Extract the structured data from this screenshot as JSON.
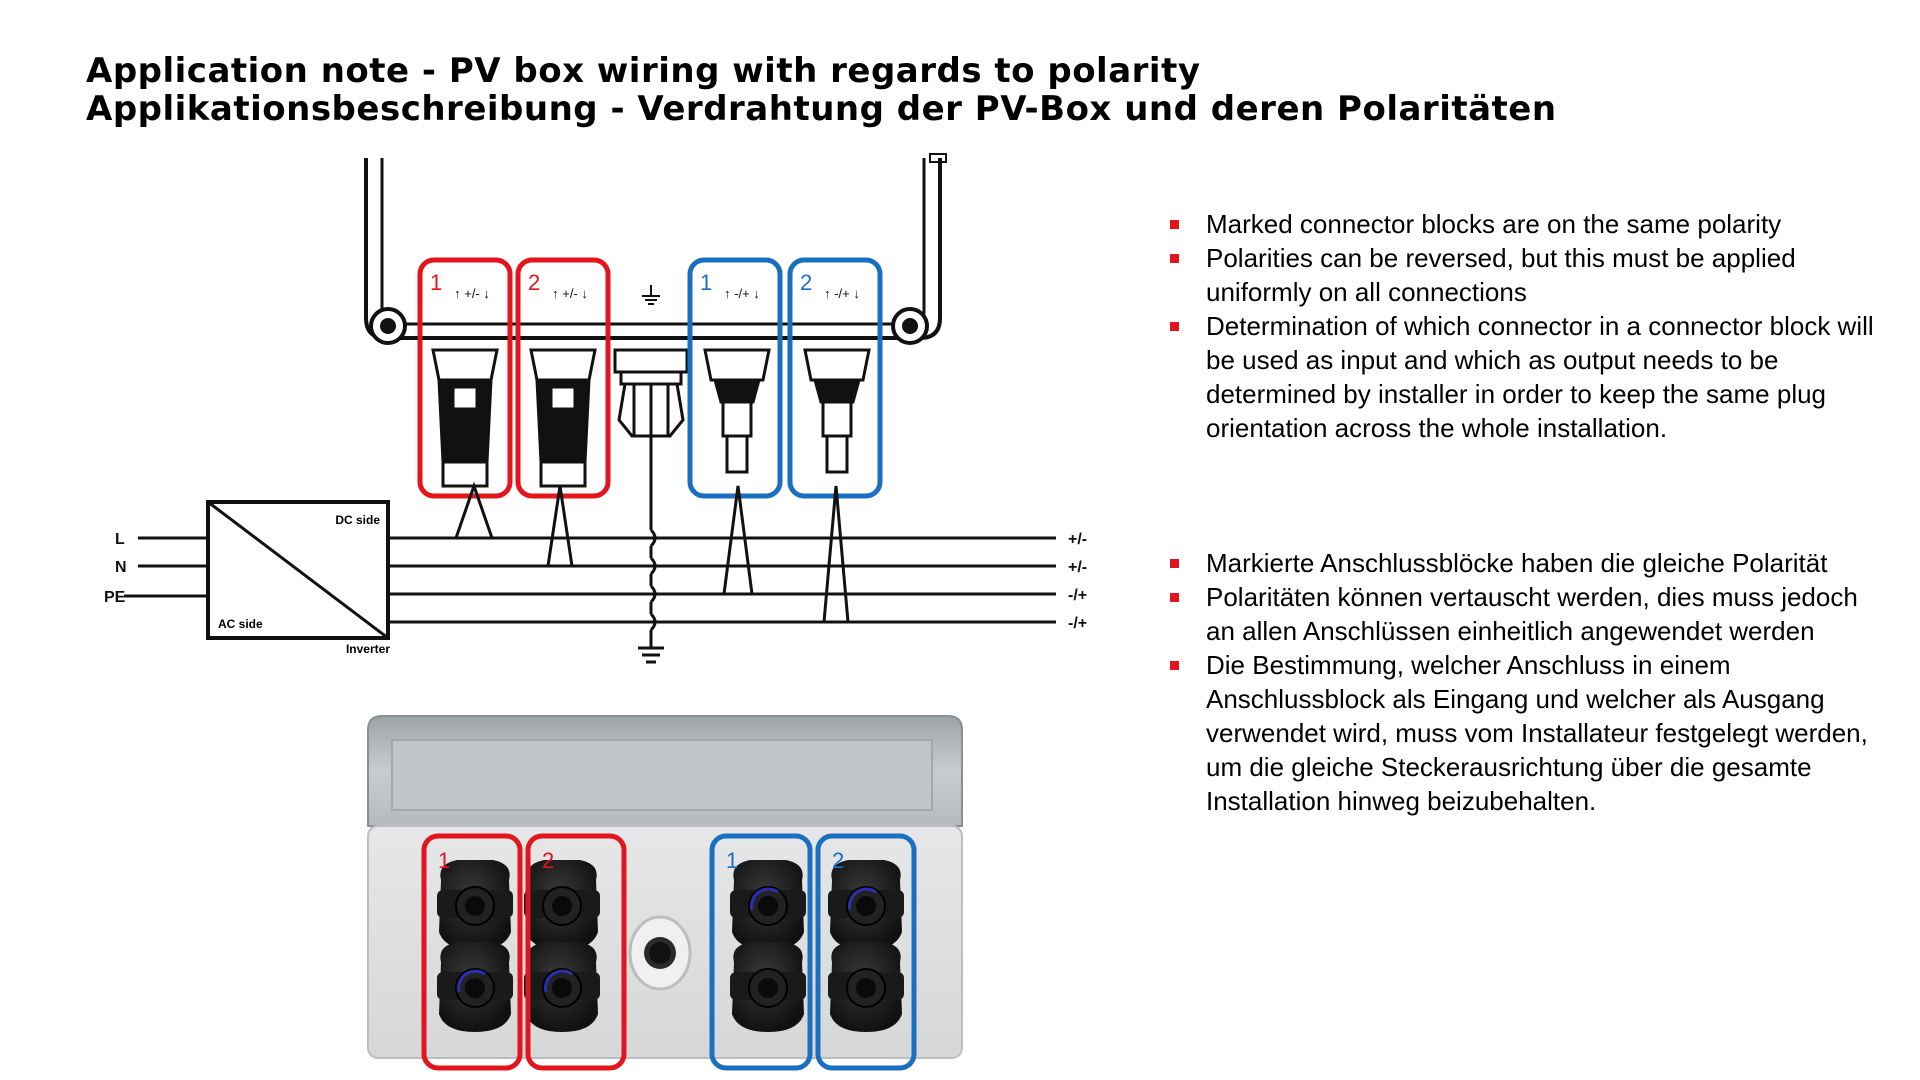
{
  "header": {
    "title_en": "Application note - PV box wiring with regards to polarity",
    "title_de": "Applikationsbeschreibung - Verdrahtung der PV-Box und deren Polaritäten"
  },
  "diagram": {
    "top_groups": [
      {
        "number": "1",
        "polarity": "+/-",
        "color": "#e3141b"
      },
      {
        "number": "2",
        "polarity": "+/-",
        "color": "#e3141b"
      },
      {
        "number": "1",
        "polarity": "-/+",
        "color": "#1a6fc0"
      },
      {
        "number": "2",
        "polarity": "-/+",
        "color": "#1a6fc0"
      }
    ],
    "inverter": {
      "label": "Inverter",
      "dc_side": "DC side",
      "ac_side": "AC side",
      "ac_lines": [
        "L",
        "N",
        "PE"
      ]
    },
    "dc_outputs": [
      "+/-",
      "+/-",
      "-/+",
      "-/+"
    ],
    "photo_groups": [
      {
        "number": "1",
        "color": "#e3141b"
      },
      {
        "number": "2",
        "color": "#e3141b"
      },
      {
        "number": "1",
        "color": "#1a6fc0"
      },
      {
        "number": "2",
        "color": "#1a6fc0"
      }
    ]
  },
  "notes_en": [
    "Marked connector blocks are on the same polarity",
    "Polarities can be reversed, but this must be applied uniformly on all connections",
    "Determination of which connector in a connector block will be used as input and which as output needs to be determined by installer in order to keep the same plug orientation across the whole installation."
  ],
  "notes_de": [
    "Markierte Anschlussblöcke haben die gleiche Polarität",
    "Polaritäten können vertauscht werden, dies muss jedoch an allen Anschlüssen einheitlich angewendet werden",
    "Die Bestimmung, welcher Anschluss in einem Anschlussblock als Eingang und welcher als Ausgang verwendet wird, muss vom Installateur festgelegt werden, um die gleiche Steckerausrichtung über die gesamte Installation hinweg beizubehalten."
  ],
  "colors": {
    "red": "#e3141b",
    "blue": "#1a6fc0",
    "bullet": "#e3141b"
  }
}
